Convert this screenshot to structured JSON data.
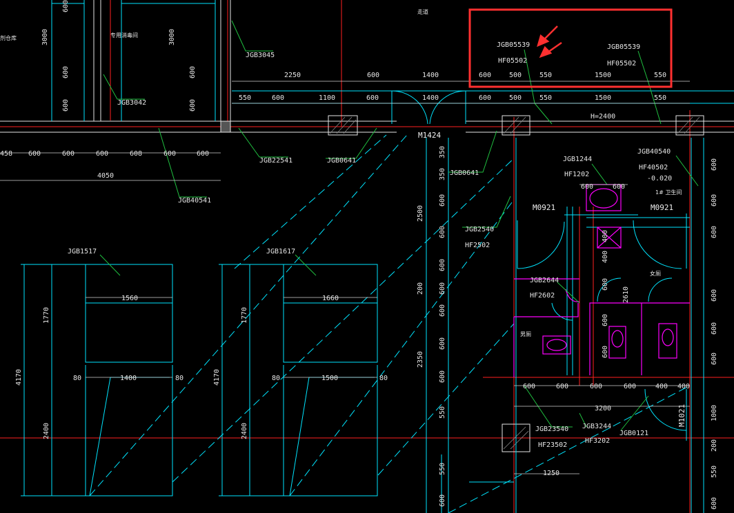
{
  "colors": {
    "background": "#000000",
    "cyan": "#00e5ff",
    "red": "#ff2020",
    "white": "#e6e6e6",
    "green": "#20c040",
    "magenta": "#ff00ff",
    "highlight": "#ff3030"
  },
  "room_labels": {
    "left_room": "剂仓库",
    "special_room": "专用消毒间",
    "top_center": "走道",
    "toilet_1f": "1# 卫生间",
    "female": "女厕",
    "male": "男厕"
  },
  "door_labels": {
    "m1424": "M1424",
    "m0921_left": "M0921",
    "m0921_right": "M0921",
    "m1021": "M1021"
  },
  "callouts": {
    "jgb3045": "JGB3045",
    "jgb3042": "JGB3042",
    "jgb22541": "JGB22541",
    "jgb0641_a": "JGB0641",
    "jgb0641_b": "JGB0641",
    "jgb40541": "JGB40541",
    "jgb05539_a": "JGB05539",
    "hf05502_a": "HF05502",
    "jgb05539_b": "JGB05539",
    "hf05502_b": "HF05502",
    "h2400": "H=2400",
    "jgb1244": "JGB1244",
    "hf1202": "HF1202",
    "jgb40540": "JGB40540",
    "hf40502": "HF40502",
    "level": "-0.020",
    "jgb2540": "JGB2540",
    "hf2502": "HF2502",
    "jgb2644": "JGB2644",
    "hf2602": "HF2602",
    "jgb1517": "JGB1517",
    "jgb1617": "JGB1617",
    "jgb23540": "JGB23540",
    "hf23502": "HF23502",
    "jgb3244": "JGB3244",
    "hf3202": "HF3202",
    "jgb0121": "JGB0121"
  },
  "dims": {
    "top_row": [
      "2250",
      "600",
      "1400",
      "600",
      "500",
      "550",
      "1500",
      "550"
    ],
    "second_row": [
      "550",
      "600",
      "1100",
      "600",
      "1400",
      "600",
      "500",
      "550",
      "1500",
      "550"
    ],
    "left_row": [
      "458",
      "600",
      "600",
      "600",
      "608",
      "600",
      "600"
    ],
    "left_total": "4050",
    "left_vert": [
      "600",
      "3000",
      "600",
      "600"
    ],
    "left_vert_b": [
      "3000",
      "600",
      "600"
    ],
    "w1560": "1560",
    "w1660": "1660",
    "w1400": "1400",
    "w1500": "1500",
    "side80": "80",
    "h1770": "1770",
    "h4170": "4170",
    "h2400": "2400",
    "vert_mid": [
      "350",
      "350",
      "600",
      "600",
      "600",
      "600",
      "200",
      "600",
      "600",
      "600",
      "550"
    ],
    "v2500": "2500",
    "v2350": "2350",
    "sink_dims": [
      "600",
      "600"
    ],
    "toilet_vert": [
      "400",
      "400",
      "600",
      "600",
      "600"
    ],
    "v2610": "2610",
    "bottom_row": [
      "600",
      "600",
      "600",
      "600",
      "400",
      "400"
    ],
    "total_3200": "3200",
    "d1250": "1250",
    "right_vert": [
      "600",
      "600",
      "600",
      "600",
      "600",
      "600",
      "1000",
      "200",
      "550",
      "600"
    ],
    "bottom_left_vert": [
      "550",
      "600"
    ]
  }
}
